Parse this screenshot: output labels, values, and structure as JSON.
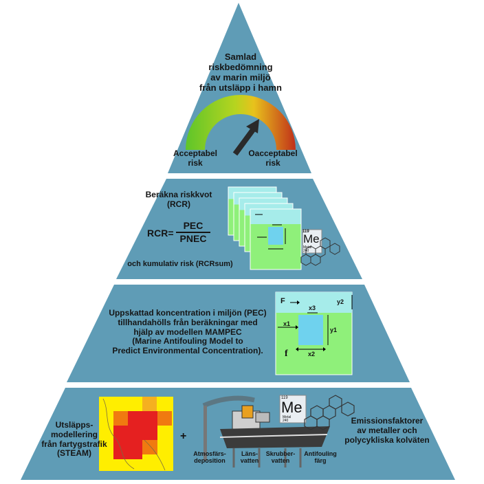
{
  "colors": {
    "pyramid_fill": "#5f9cb6",
    "separator": "#ffffff",
    "gauge_green": "#66cc22",
    "gauge_yellow": "#e8d020",
    "gauge_red": "#c0301a",
    "mampec_water": "#a6ecea",
    "mampec_sediment": "#8ff07a",
    "mampec_cell": "#6fd2ee",
    "heatmap_yellow": "#ffee00",
    "heatmap_red": "#e52020",
    "heatmap_orange": "#f07a10",
    "ship_hull": "#3b3b3b"
  },
  "tier1": {
    "title_lines": [
      "Samlad",
      "riskbedömning",
      "av marin miljö",
      "från utsläpp i hamn"
    ],
    "acceptable_lines": [
      "Acceptabel",
      "risk"
    ],
    "unacceptable_lines": [
      "Oacceptabel",
      "risk"
    ],
    "gauge_icon": "risk-gauge-icon",
    "needle_icon": "gauge-needle-arrow-icon"
  },
  "tier2": {
    "title_lines": [
      "Beräkna riskkvot",
      "(RCR)"
    ],
    "formula_lhs": "RCR=",
    "numerator": "PEC",
    "denominator": "PNEC",
    "cumulative": "och kumulativ risk (RCRsum)",
    "stack_icon": "mampec-stack-icon",
    "me_symbol": "Me",
    "me_number": "119",
    "me_caption": "Metal",
    "me_mass": "240"
  },
  "tier3": {
    "text_lines": [
      "Uppskattad koncentration i miljön (PEC)",
      "tillhandahölls från beräkningar med",
      "hjälp av modellen MAMPEC",
      "(Marine Antifouling Model to",
      "Predict Environmental Concentration)."
    ],
    "mampec": {
      "flow_label": "F",
      "x1": "x1",
      "x2": "x2",
      "x3": "x3",
      "y1": "y1",
      "y2": "y2",
      "f_label": "f"
    }
  },
  "tier4": {
    "left_lines": [
      "Utsläpps-",
      "modellering",
      "från fartygstrafik",
      "(STEAM)"
    ],
    "plus": "+",
    "right_lines": [
      "Emissionsfaktorer",
      "av metaller och",
      "polycykliska kolväten"
    ],
    "me_symbol": "Me",
    "me_number": "119",
    "me_caption": "Metal",
    "me_mass": "240",
    "pathways": [
      {
        "lines": [
          "Atmosfärs-",
          "deposition"
        ]
      },
      {
        "lines": [
          "Läns-",
          "vatten"
        ]
      },
      {
        "lines": [
          "Skrubber-",
          "vatten"
        ]
      },
      {
        "lines": [
          "Antifouling",
          "färg"
        ]
      }
    ],
    "heatmap_icon": "steam-heatmap-icon",
    "ship_icon": "ship-icon",
    "pah_icon": "pah-molecule-icon"
  }
}
